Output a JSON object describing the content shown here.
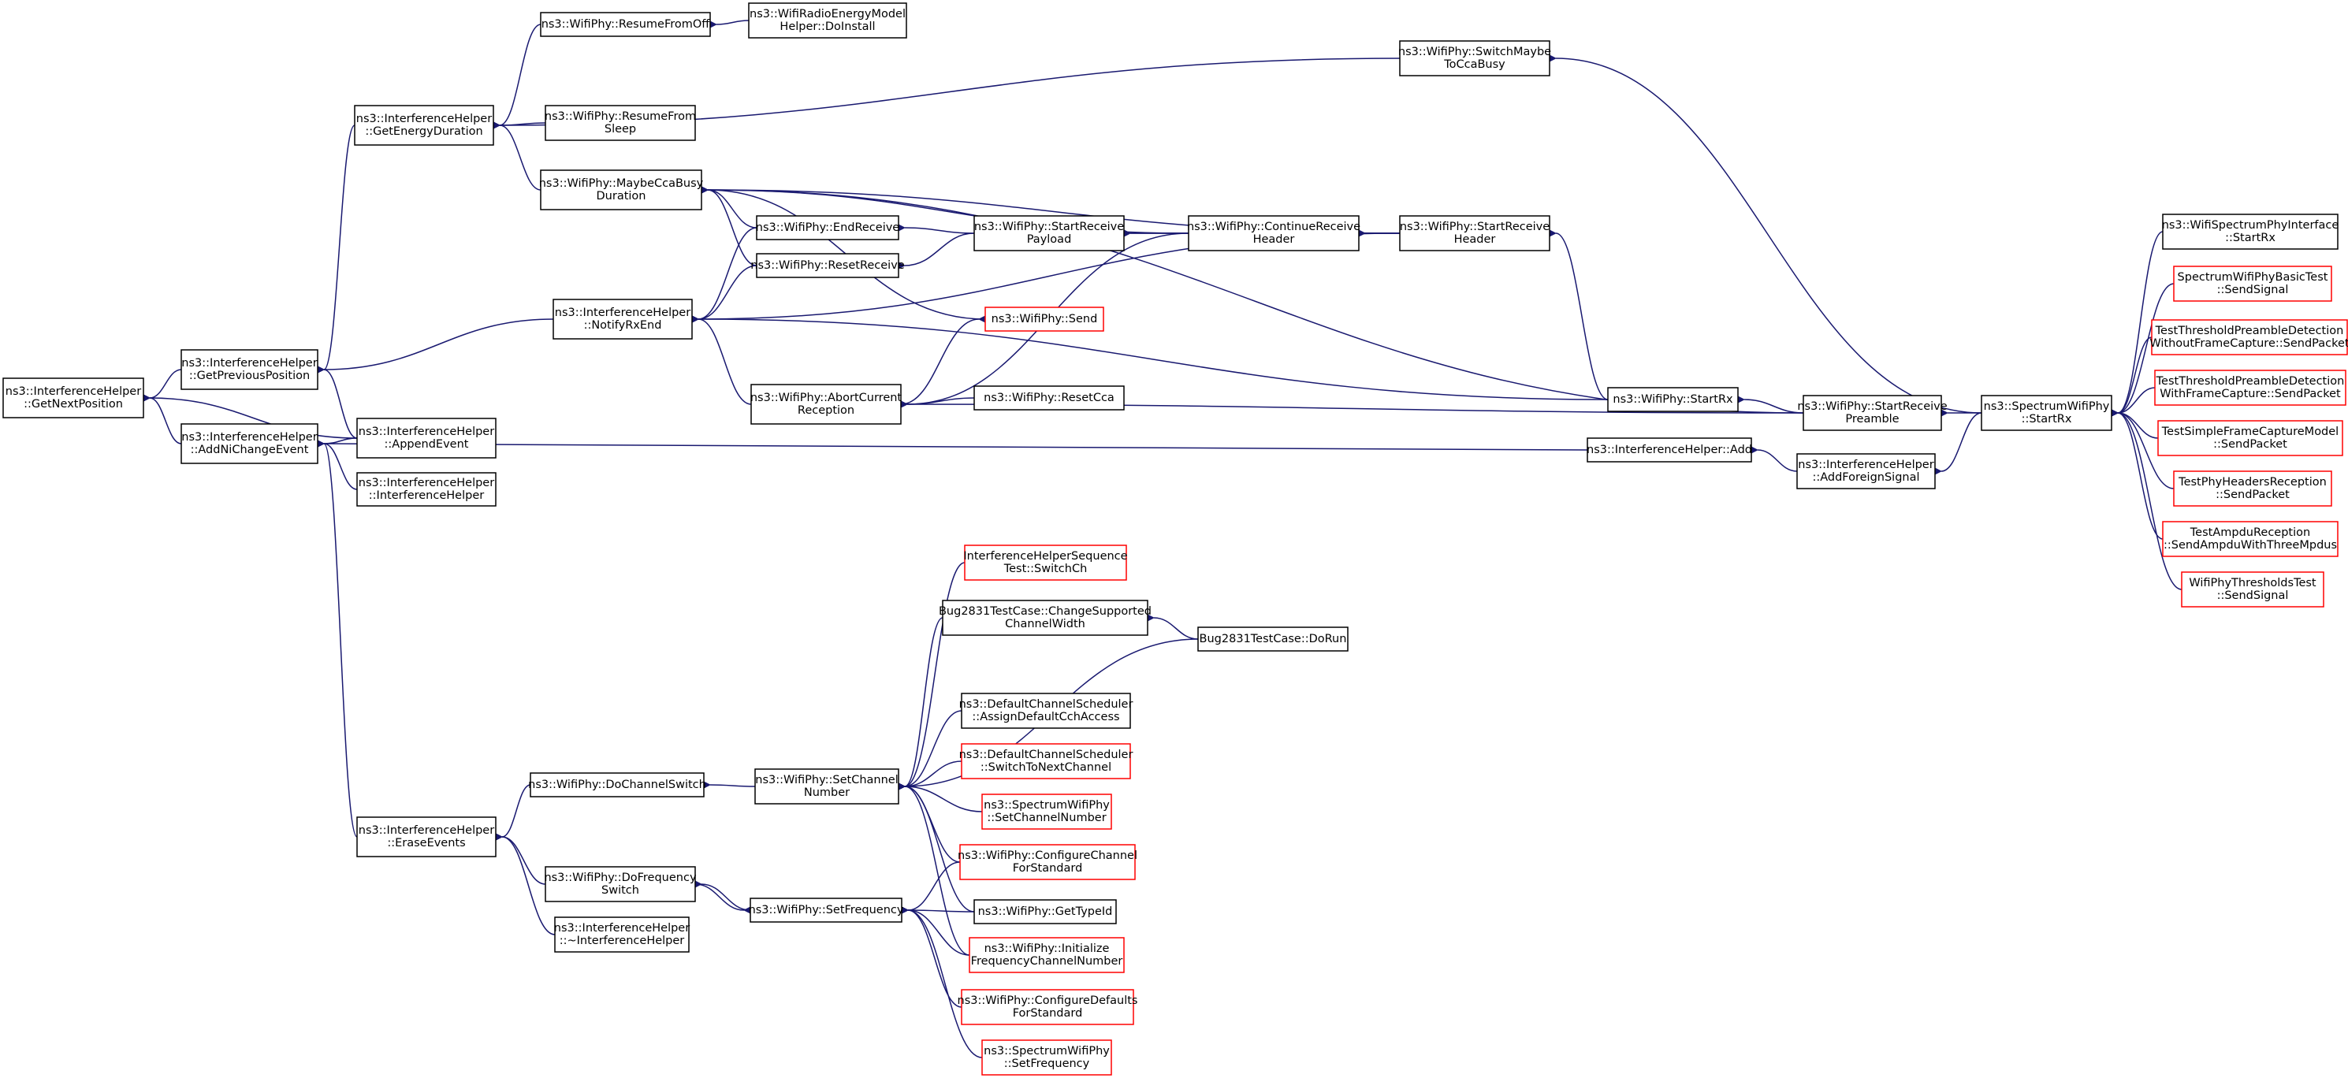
{
  "colors": {
    "edge": "#191970",
    "node_border": "#000000",
    "node_border_red": "#ff0000",
    "node_fill": "#ffffff",
    "focus_fill": "#bfbfbf"
  },
  "nodes": [
    {
      "id": "n0",
      "lines": [
        "ns3::InterferenceHelper",
        "::GetNextPosition"
      ],
      "style": "focus"
    },
    {
      "id": "n1",
      "lines": [
        "ns3::InterferenceHelper",
        "::GetPreviousPosition"
      ],
      "style": "normal"
    },
    {
      "id": "n2",
      "lines": [
        "ns3::InterferenceHelper",
        "::AddNiChangeEvent"
      ],
      "style": "normal"
    },
    {
      "id": "n3",
      "lines": [
        "ns3::InterferenceHelper",
        "::GetEnergyDuration"
      ],
      "style": "normal"
    },
    {
      "id": "n4",
      "lines": [
        "ns3::InterferenceHelper",
        "::NotifyRxEnd"
      ],
      "style": "normal"
    },
    {
      "id": "n5",
      "lines": [
        "ns3::InterferenceHelper",
        "::AppendEvent"
      ],
      "style": "normal"
    },
    {
      "id": "n6",
      "lines": [
        "ns3::InterferenceHelper",
        "::InterferenceHelper"
      ],
      "style": "normal"
    },
    {
      "id": "n7",
      "lines": [
        "ns3::InterferenceHelper",
        "::EraseEvents"
      ],
      "style": "normal"
    },
    {
      "id": "n8",
      "lines": [
        "ns3::WifiPhy::ResumeFromOff"
      ],
      "style": "normal"
    },
    {
      "id": "n9",
      "lines": [
        "ns3::WifiRadioEnergyModel",
        "Helper::DoInstall"
      ],
      "style": "normal"
    },
    {
      "id": "n10",
      "lines": [
        "ns3::WifiPhy::ResumeFrom",
        "Sleep"
      ],
      "style": "normal"
    },
    {
      "id": "n11",
      "lines": [
        "ns3::WifiPhy::MaybeCcaBusy",
        "Duration"
      ],
      "style": "normal"
    },
    {
      "id": "n12",
      "lines": [
        "ns3::WifiPhy::SwitchMaybe",
        "ToCcaBusy"
      ],
      "style": "normal"
    },
    {
      "id": "n13",
      "lines": [
        "ns3::WifiPhy::EndReceive"
      ],
      "style": "normal"
    },
    {
      "id": "n14",
      "lines": [
        "ns3::WifiPhy::ResetReceive"
      ],
      "style": "normal"
    },
    {
      "id": "n15",
      "lines": [
        "ns3::WifiPhy::StartReceive",
        "Payload"
      ],
      "style": "normal"
    },
    {
      "id": "n16",
      "lines": [
        "ns3::WifiPhy::ContinueReceive",
        "Header"
      ],
      "style": "normal"
    },
    {
      "id": "n17",
      "lines": [
        "ns3::WifiPhy::StartReceive",
        "Header"
      ],
      "style": "normal"
    },
    {
      "id": "n18",
      "lines": [
        "ns3::WifiPhy::Send"
      ],
      "style": "red"
    },
    {
      "id": "n19",
      "lines": [
        "ns3::WifiPhy::AbortCurrent",
        "Reception"
      ],
      "style": "normal"
    },
    {
      "id": "n20",
      "lines": [
        "ns3::WifiPhy::ResetCca"
      ],
      "style": "normal"
    },
    {
      "id": "n21",
      "lines": [
        "ns3::WifiPhy::StartRx"
      ],
      "style": "normal"
    },
    {
      "id": "n22",
      "lines": [
        "ns3::WifiPhy::StartReceive",
        "Preamble"
      ],
      "style": "normal"
    },
    {
      "id": "n23",
      "lines": [
        "ns3::InterferenceHelper::Add"
      ],
      "style": "normal"
    },
    {
      "id": "n24",
      "lines": [
        "ns3::InterferenceHelper",
        "::AddForeignSignal"
      ],
      "style": "normal"
    },
    {
      "id": "n25",
      "lines": [
        "ns3::SpectrumWifiPhy",
        "::StartRx"
      ],
      "style": "normal"
    },
    {
      "id": "n26",
      "lines": [
        "ns3::WifiSpectrumPhyInterface",
        "::StartRx"
      ],
      "style": "normal"
    },
    {
      "id": "n27",
      "lines": [
        "SpectrumWifiPhyBasicTest",
        "::SendSignal"
      ],
      "style": "red"
    },
    {
      "id": "n28",
      "lines": [
        "TestThresholdPreambleDetection",
        "WithoutFrameCapture::SendPacket"
      ],
      "style": "red"
    },
    {
      "id": "n29",
      "lines": [
        "TestThresholdPreambleDetection",
        "WithFrameCapture::SendPacket"
      ],
      "style": "red"
    },
    {
      "id": "n30",
      "lines": [
        "TestSimpleFrameCaptureModel",
        "::SendPacket"
      ],
      "style": "red"
    },
    {
      "id": "n31",
      "lines": [
        "TestPhyHeadersReception",
        "::SendPacket"
      ],
      "style": "red"
    },
    {
      "id": "n32",
      "lines": [
        "TestAmpduReception",
        "::SendAmpduWithThreeMpdus"
      ],
      "style": "red"
    },
    {
      "id": "n33",
      "lines": [
        "WifiPhyThresholdsTest",
        "::SendSignal"
      ],
      "style": "red"
    },
    {
      "id": "n34",
      "lines": [
        "ns3::WifiPhy::DoChannelSwitch"
      ],
      "style": "normal"
    },
    {
      "id": "n35",
      "lines": [
        "ns3::WifiPhy::DoFrequency",
        "Switch"
      ],
      "style": "normal"
    },
    {
      "id": "n36",
      "lines": [
        "ns3::InterferenceHelper",
        "::~InterferenceHelper"
      ],
      "style": "normal"
    },
    {
      "id": "n37",
      "lines": [
        "ns3::WifiPhy::SetChannel",
        "Number"
      ],
      "style": "normal"
    },
    {
      "id": "n38",
      "lines": [
        "ns3::WifiPhy::SetFrequency"
      ],
      "style": "normal"
    },
    {
      "id": "n39",
      "lines": [
        "InterferenceHelperSequence",
        "Test::SwitchCh"
      ],
      "style": "red"
    },
    {
      "id": "n40",
      "lines": [
        "Bug2831TestCase::ChangeSupported",
        "ChannelWidth"
      ],
      "style": "normal"
    },
    {
      "id": "n41",
      "lines": [
        "Bug2831TestCase::DoRun"
      ],
      "style": "normal"
    },
    {
      "id": "n42",
      "lines": [
        "ns3::DefaultChannelScheduler",
        "::AssignDefaultCchAccess"
      ],
      "style": "normal"
    },
    {
      "id": "n43",
      "lines": [
        "ns3::DefaultChannelScheduler",
        "::SwitchToNextChannel"
      ],
      "style": "red"
    },
    {
      "id": "n44",
      "lines": [
        "ns3::SpectrumWifiPhy",
        "::SetChannelNumber"
      ],
      "style": "red"
    },
    {
      "id": "n45",
      "lines": [
        "ns3::WifiPhy::ConfigureChannel",
        "ForStandard"
      ],
      "style": "red"
    },
    {
      "id": "n46",
      "lines": [
        "ns3::WifiPhy::GetTypeId"
      ],
      "style": "normal"
    },
    {
      "id": "n47",
      "lines": [
        "ns3::WifiPhy::Initialize",
        "FrequencyChannelNumber"
      ],
      "style": "red"
    },
    {
      "id": "n48",
      "lines": [
        "ns3::WifiPhy::ConfigureDefaults",
        "ForStandard"
      ],
      "style": "red"
    },
    {
      "id": "n49",
      "lines": [
        "ns3::SpectrumWifiPhy",
        "::SetFrequency"
      ],
      "style": "red"
    }
  ]
}
